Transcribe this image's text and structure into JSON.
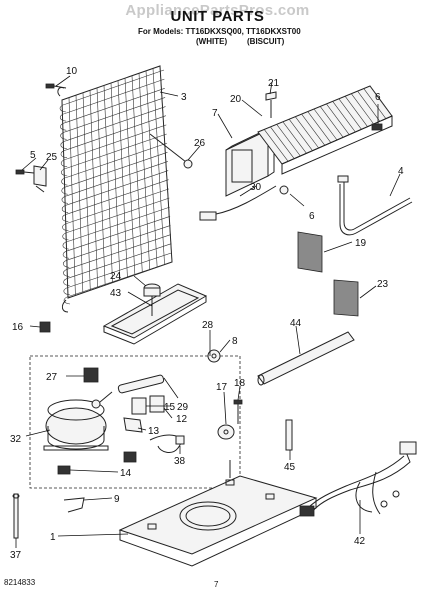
{
  "watermark": "AppliancePartsPros.com",
  "title": "UNIT PARTS",
  "models_line": "For Models: TT16DKXSQ00, TT16DKXST00",
  "model_colors": [
    "(WHITE)",
    "(BISCUIT)"
  ],
  "footer": {
    "part_number": "8214833",
    "page": "7"
  },
  "callouts": [
    "10",
    "3",
    "21",
    "20",
    "7",
    "6",
    "5",
    "25",
    "26",
    "30",
    "6",
    "4",
    "19",
    "24",
    "43",
    "23",
    "16",
    "28",
    "8",
    "44",
    "27",
    "29",
    "17",
    "18",
    "15",
    "12",
    "13",
    "14",
    "32",
    "38",
    "45",
    "9",
    "1",
    "42",
    "37"
  ]
}
